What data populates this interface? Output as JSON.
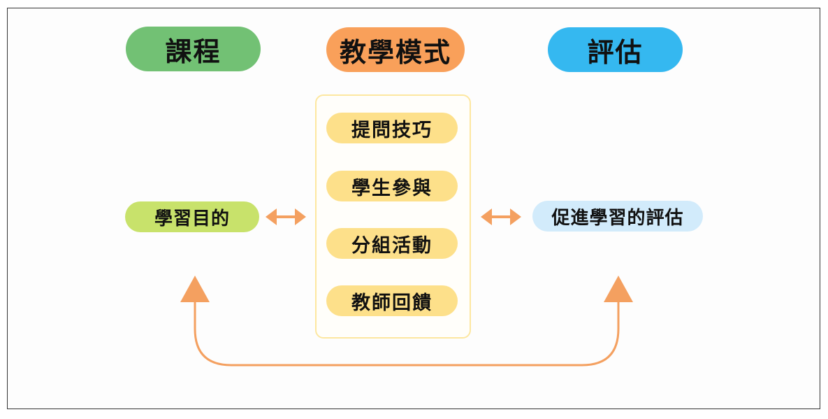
{
  "headers": {
    "curriculum": "課程",
    "teaching_mode": "教學模式",
    "assessment": "評估"
  },
  "left_node": {
    "label": "學習目的"
  },
  "right_node": {
    "label": "促進學習的評估"
  },
  "center_items": [
    {
      "label": "提問技巧"
    },
    {
      "label": "學生參與"
    },
    {
      "label": "分組活動"
    },
    {
      "label": "教師回饋"
    }
  ],
  "colors": {
    "curriculum_header": "#72c174",
    "teaching_header": "#f9a05a",
    "assessment_header": "#35b8f0",
    "left_node": "#c8e26b",
    "right_node": "#d2ebfb",
    "center_item": "#fde08a",
    "center_border": "#fde7a0",
    "arrow": "#f4a060"
  }
}
